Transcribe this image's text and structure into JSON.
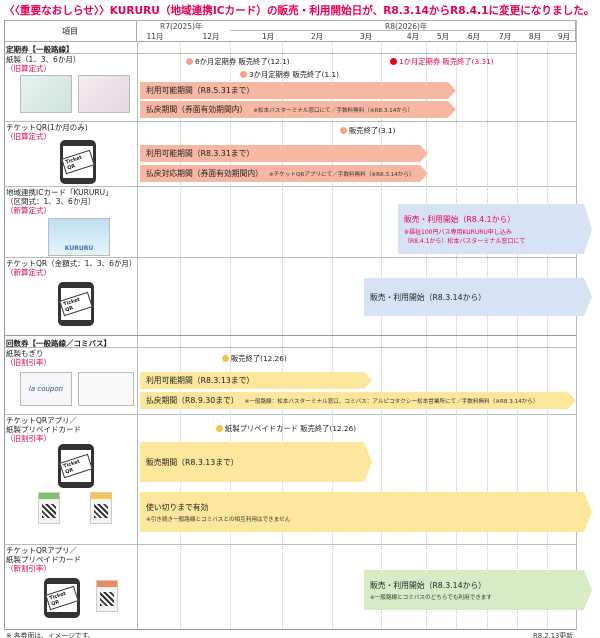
{
  "banner": "〈〈重要なおしらせ〉〉KURURU（地域連携ICカード）の販売・利用開始日が、R8.3.14からR8.4.1に変更になりました。",
  "header": {
    "item": "項目",
    "year1": "R7(2025)年",
    "year2": "R8(2026)年",
    "months": [
      "11月",
      "12月",
      "1月",
      "2月",
      "3月",
      "4月",
      "5月",
      "6月",
      "7月",
      "8月",
      "9月"
    ]
  },
  "sections": {
    "teiki": "定期券【一般路線】",
    "kaisu": "回数券【一般路線／コミバス】"
  },
  "rows": {
    "r1": {
      "label1": "紙製（1、3、6か月）",
      "label2": "（旧算定式）",
      "note_a": "6か月定期券 販売終了(12.1)",
      "note_b": "3か月定期券 販売終了(1.1)",
      "note_c": "1か月定期券 販売終了(3.31)",
      "bar1": "利用可能期間（R8.5.31まで）",
      "bar2": "払戻期間（券面有効期間内）",
      "bar2_small": "※松本バスターミナル窓口にて／手数料無料（※R8.3.14から）"
    },
    "r2": {
      "label1": "チケットQR(1か月のみ)",
      "label2": "（旧算定式）",
      "note_a": "販売終了(3.1)",
      "bar1": "利用可能期間（R8.3.31まで）",
      "bar2": "払戻対応期間（券面有効期間内）",
      "bar2_small": "※チケットQRアプリにて／手数料無料（※R8.3.14から）"
    },
    "r3": {
      "label1": "地域連携ICカード「KURURU」",
      "label2": "（区間式：1、3、6か月）",
      "label3": "（新算定式）",
      "bar1": "販売・利用開始（R8.4.1から）",
      "bar1_n1": "※福祉100円バス専用KURURU申し込み",
      "bar1_n2": "（R8.4.1から）松本バスターミナル窓口にて"
    },
    "r4": {
      "label1": "チケットQR（金額式：1、3、6か月）",
      "label2": "（新算定式）",
      "bar1": "販売・利用開始（R8.3.14から）"
    },
    "r5": {
      "label1": "紙製もぎり",
      "label2": "（旧割引率）",
      "note_a": "販売終了(12.26)",
      "bar1": "利用可能期間（R8.3.13まで）",
      "bar2": "払戻期間（R8.9.30まで）",
      "bar2_small": "※一般路線：松本バスターミナル窓口、コミバス：アルピコタクシー松本営業所にて／手数料無料（※R8.3.14から）"
    },
    "r6": {
      "label1": "チケットQRアプリ／",
      "label2": "紙製プリペイドカード",
      "label3": "（旧割引率）",
      "note_a": "紙製プリペイドカード 販売終了(12.26)",
      "bar1": "販売期間（R8.3.13まで）",
      "bar2": "使い切りまで有効",
      "bar2_small": "※引き続き一般路線とコミバスとの相互利用はできません"
    },
    "r7": {
      "label1": "チケットQRアプリ／",
      "label2": "紙製プリペイドカード",
      "label3": "（新割引率）",
      "bar1": "販売・利用開始（R8.3.14から）",
      "bar1_small": "※一般路線とコミバスのどちらでも利用できます"
    }
  },
  "thumbs": {
    "ticket_qr": "Ticket QR",
    "kururu": "KURURU",
    "la_coupon": "la coupon"
  },
  "footer": {
    "left": "※ 各券面は、イメージです。",
    "right": "R8.2.13更新"
  }
}
